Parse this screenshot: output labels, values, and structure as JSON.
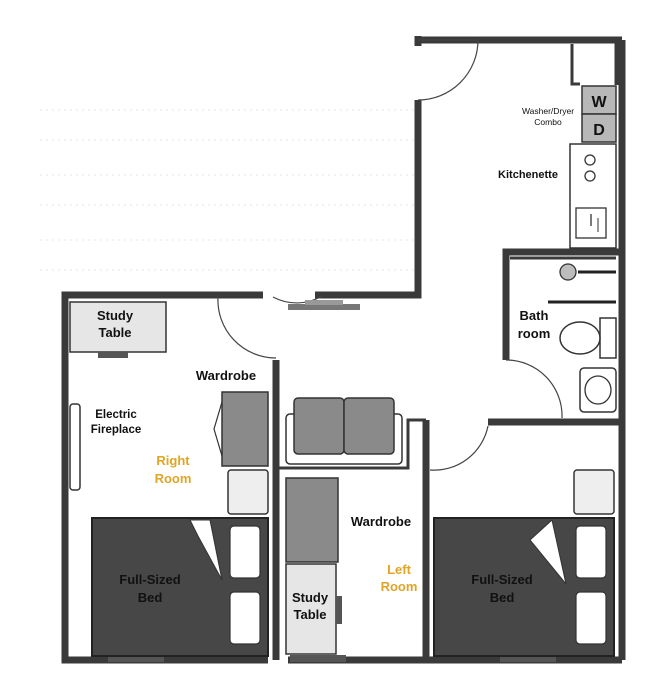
{
  "labels": {
    "washer": "W",
    "dryer": "D",
    "washer_dryer_line1": "Washer/Dryer",
    "washer_dryer_line2": "Combo",
    "kitchenette": "Kitchenette",
    "bath_line1": "Bath",
    "bath_line2": "room",
    "study_table_1_line1": "Study",
    "study_table_1_line2": "Table",
    "study_table_2_line1": "Study",
    "study_table_2_line2": "Table",
    "wardrobe_right": "Wardrobe",
    "wardrobe_left": "Wardrobe",
    "fireplace_line1": "Electric",
    "fireplace_line2": "Fireplace",
    "right_room_line1": "Right",
    "right_room_line2": "Room",
    "left_room_line1": "Left",
    "left_room_line2": "Room",
    "bed_right_line1": "Full-Sized",
    "bed_right_line2": "Bed",
    "bed_left_line1": "Full-Sized",
    "bed_left_line2": "Bed"
  },
  "colors": {
    "wall": "#3a3a3a",
    "bed": "#474747",
    "furniture_dark": "#8a8a8a",
    "furniture_light": "#e8e8e8",
    "room_label": "#e0a526"
  }
}
